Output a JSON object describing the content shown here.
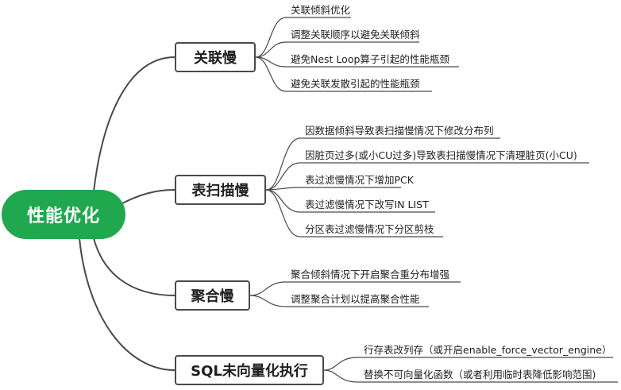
{
  "root": {
    "label": "性能优化"
  },
  "branches": [
    {
      "label": "关联慢",
      "leaves": [
        "关联倾斜优化",
        "调整关联顺序以避免关联倾斜",
        "避免Nest Loop算子引起的性能瓶颈",
        "避免关联发散引起的性能瓶颈"
      ]
    },
    {
      "label": "表扫描慢",
      "leaves": [
        "因数据倾斜导致表扫描慢情况下修改分布列",
        "因脏页过多(或小CU过多)导致表扫描慢情况下清理脏页(小CU)",
        "表过滤慢情况下增加PCK",
        "表过滤慢情况下改写IN LIST",
        "分区表过滤慢情况下分区剪枝"
      ]
    },
    {
      "label": "聚合慢",
      "leaves": [
        "聚合倾斜情况下开启聚合重分布增强",
        "调整聚合计划以提高聚合性能"
      ]
    },
    {
      "label": "SQL未向量化执行",
      "leaves": [
        "行存表改列存（或开启enable_force_vector_engine）",
        "替换不可向量化函数（或者利用临时表降低影响范围)"
      ]
    }
  ],
  "colors": {
    "root_fill": "#20a84f",
    "line": "#4a4a4a",
    "text": "#222222"
  }
}
